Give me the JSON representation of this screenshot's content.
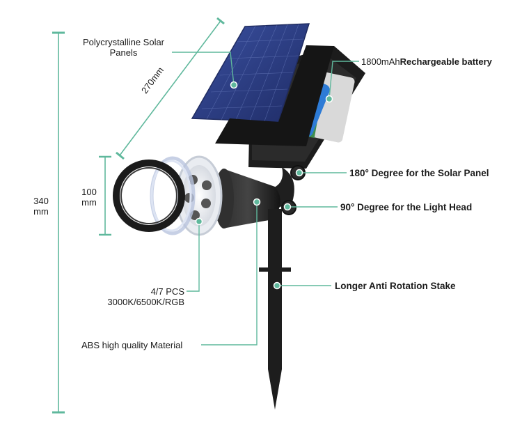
{
  "labels": {
    "solar_panel_line1": "Polycrystalline Solar",
    "solar_panel_line2": "Panels",
    "battery_part1": "1800mAh",
    "battery_part2": "Rechargeable battery",
    "panel_rotation": "180° Degree for the Solar Panel",
    "head_rotation": "90° Degree for the Light Head",
    "stake": "Longer Anti Rotation Stake",
    "leds_line1": "4/7 PCS",
    "leds_line2": "3000K/6500K/RGB",
    "material": "ABS high quality Material"
  },
  "dimensions": {
    "panel_width": "270mm",
    "head_diameter_value": "100",
    "head_diameter_unit": "mm",
    "total_height_value": "340",
    "total_height_unit": "mm"
  },
  "colors": {
    "accent": "#5fb89c",
    "panel_blue": "#2c3f86",
    "body_black": "#1b1b1b"
  }
}
